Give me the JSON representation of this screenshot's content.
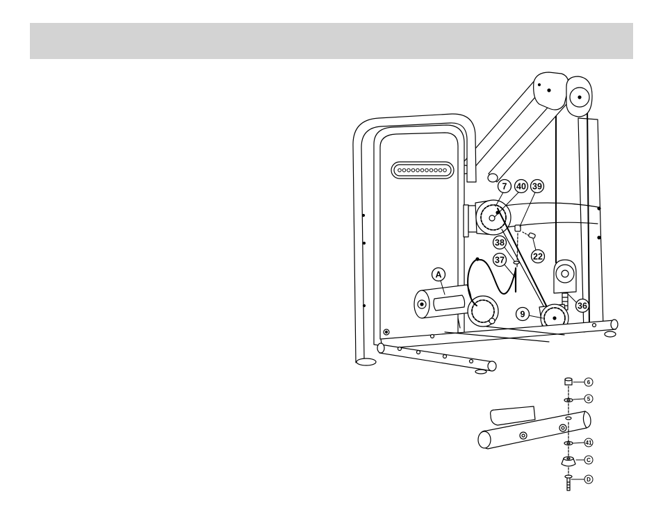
{
  "callouts": {
    "part_7": "7",
    "part_40": "40",
    "part_39": "39",
    "part_38": "38",
    "part_22": "22",
    "part_37": "37",
    "part_A": "A",
    "part_9": "9",
    "part_36": "36"
  },
  "exploded_callouts": {
    "part_6": "6",
    "part_5": "5",
    "part_41": "41",
    "part_C": "C",
    "part_D": "D"
  }
}
